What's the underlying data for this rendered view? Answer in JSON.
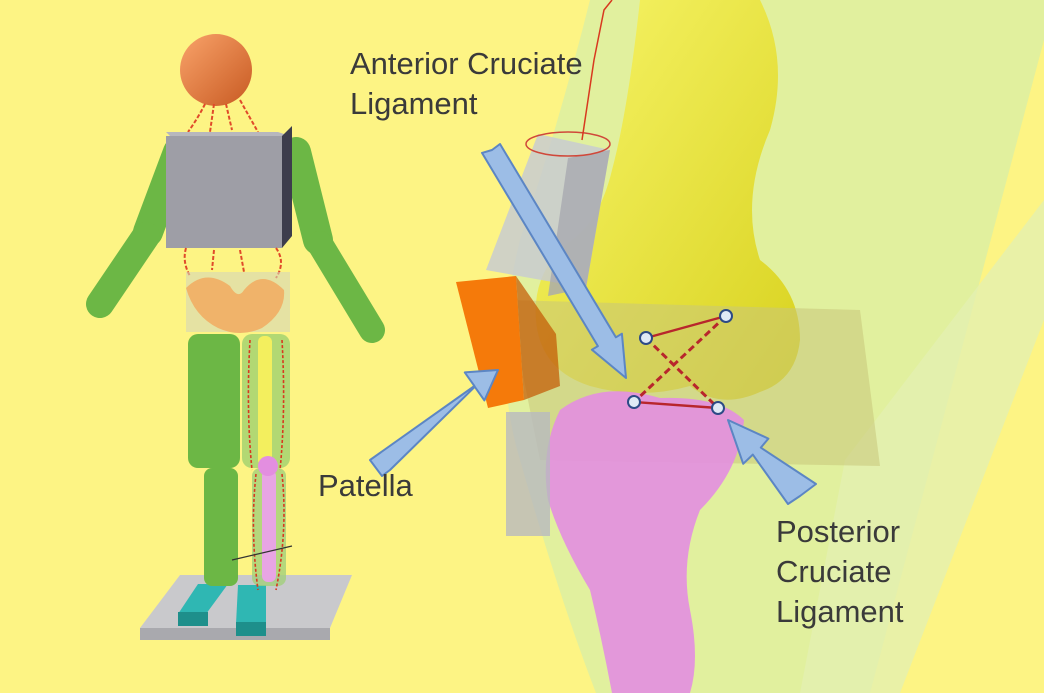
{
  "labels": {
    "anterior_cruciate_ligament": [
      "Anterior Cruciate",
      "Ligament"
    ],
    "patella": [
      "Patella"
    ],
    "posterior_cruciate_ligament": [
      "Posterior",
      "Cruciate",
      "Ligament"
    ]
  },
  "colors": {
    "background": "#fdf484",
    "femur": "#f5ef38",
    "tibia": "#e38ee0",
    "patella": "#f57a0a",
    "limb_segment": "#6cb745",
    "torso_box": "#9e9ea6",
    "head": "#e87a3c",
    "pelvis": "#f0b36a",
    "base_plate": "#c9c9cc",
    "feet": "#2fb7b3",
    "arrow_fill": "#9cbde6",
    "arrow_stroke": "#5c86c4",
    "ligament": "#b8262c"
  },
  "icons": {
    "arrow": "block-arrow",
    "ligament_attachment": "circle-marker"
  }
}
